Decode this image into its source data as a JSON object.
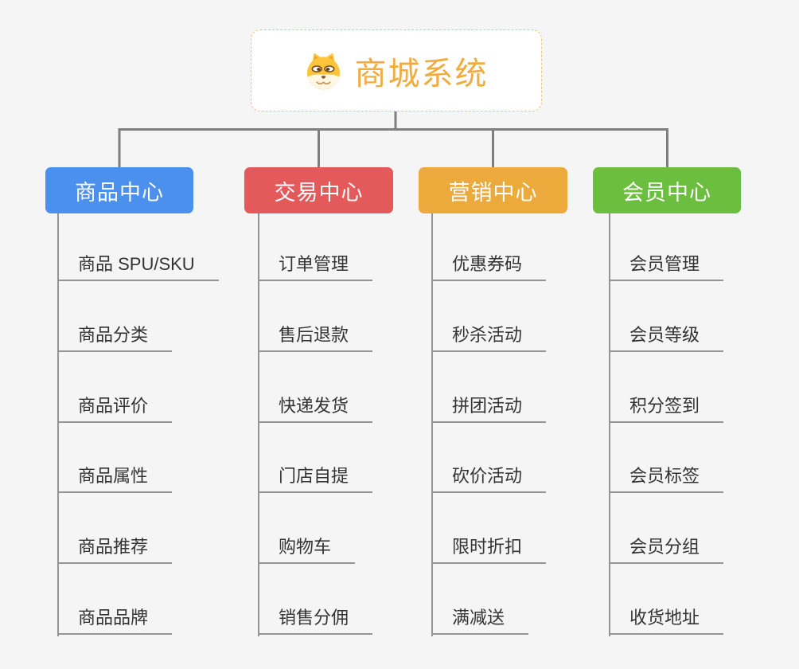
{
  "root": {
    "title": "商城系统",
    "icon": "doge-icon"
  },
  "branches": [
    {
      "label": "商品中心",
      "color": "#4a90ec",
      "items": [
        "商品 SPU/SKU",
        "商品分类",
        "商品评价",
        "商品属性",
        "商品推荐",
        "商品品牌"
      ]
    },
    {
      "label": "交易中心",
      "color": "#e45a5a",
      "items": [
        "订单管理",
        "售后退款",
        "快递发货",
        "门店自提",
        "购物车",
        "销售分佣"
      ]
    },
    {
      "label": "营销中心",
      "color": "#ebaa3b",
      "items": [
        "优惠券码",
        "秒杀活动",
        "拼团活动",
        "砍价活动",
        "限时折扣",
        "满减送"
      ]
    },
    {
      "label": "会员中心",
      "color": "#6cbe3f",
      "items": [
        "会员管理",
        "会员等级",
        "积分签到",
        "会员标签",
        "会员分组",
        "收货地址"
      ]
    }
  ],
  "colors": {
    "background": "#f5f5f5",
    "root_text": "#f0ac3f",
    "root_border": "#f3c379",
    "main_connector": "#7f7f7f",
    "child_line": "#949494",
    "item_text": "#333333"
  }
}
